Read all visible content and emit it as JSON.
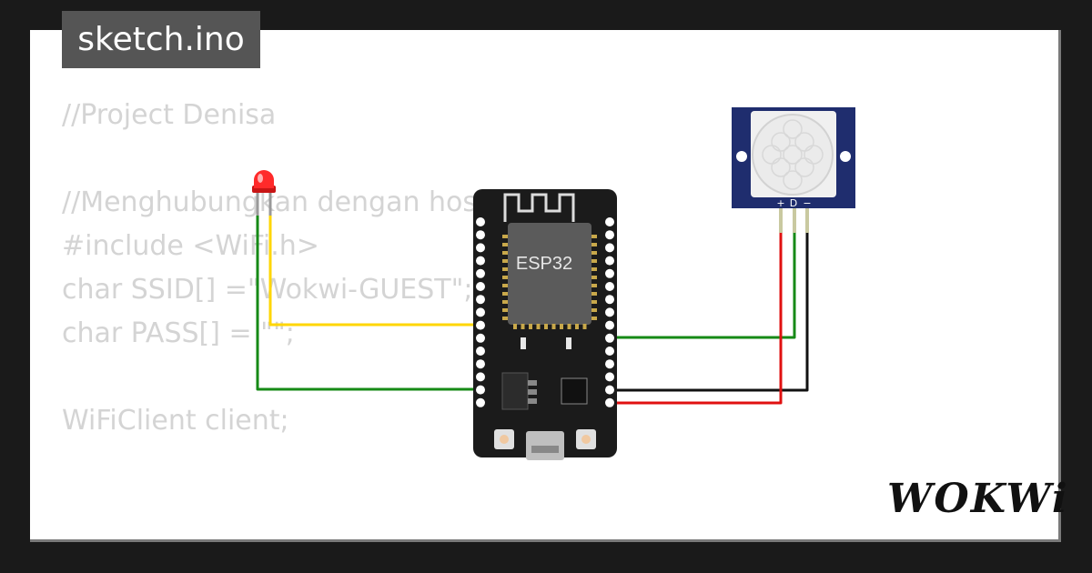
{
  "tab": {
    "title": "sketch.ino"
  },
  "code_lines": [
    "//Project Denisa",
    "",
    "//Menghubungkan dengan host",
    "#include <WiFi.h>",
    "char SSID[] =\"Wokwi-GUEST\";",
    "char PASS[] = \"\";",
    "",
    "WiFiClient client;",
    "",
    "",
    "// ... ... ... "
  ],
  "esp32": {
    "label": "ESP32"
  },
  "pir": {
    "pins": [
      "+",
      "D",
      "−"
    ]
  },
  "logo": {
    "text": "WOKWi"
  },
  "colors": {
    "wire_yellow": "#ffd600",
    "wire_green": "#168a16",
    "wire_black": "#111111",
    "wire_red": "#e01010",
    "board": "#1b1b1b",
    "pir_board": "#1f2d6e",
    "led": "#ff2a2a"
  },
  "icons": [
    "led-icon",
    "esp32-board-icon",
    "pir-sensor-icon",
    "wokwi-logo"
  ]
}
